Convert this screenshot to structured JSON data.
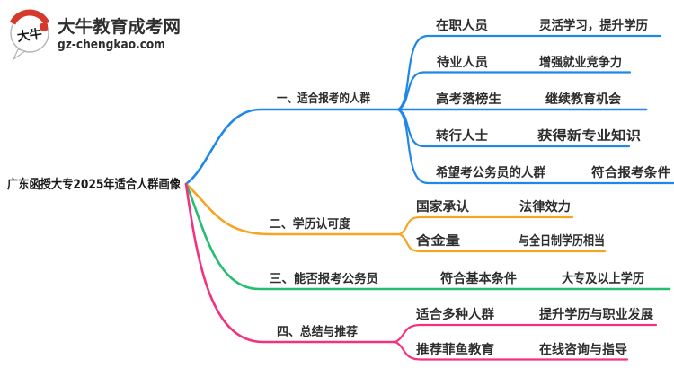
{
  "logo": {
    "title": "大牛教育成考网",
    "domain": "gz-chengkao.com",
    "icon_text": "大牛",
    "brand_color": "#3b9c3f",
    "accent_color": "#d6392b"
  },
  "root": {
    "label": "广东函授大专2025年适合人群画像"
  },
  "branches": [
    {
      "label": "一、适合报考的人群",
      "color": "#1f87e8",
      "children": [
        {
          "keyword": "在职人员",
          "description": "灵活学习，提升学历"
        },
        {
          "keyword": "待业人员",
          "description": "增强就业竞争力"
        },
        {
          "keyword": "高考落榜生",
          "description": "继续教育机会"
        },
        {
          "keyword": "转行人士",
          "description": "获得新专业知识"
        },
        {
          "keyword": "希望考公务员的人群",
          "description": "符合报考条件"
        }
      ]
    },
    {
      "label": "二、学历认可度",
      "color": "#f7a420",
      "children": [
        {
          "keyword": "国家承认",
          "description": "法律效力"
        },
        {
          "keyword": "含金量",
          "description": "与全日制学历相当"
        }
      ]
    },
    {
      "label": "三、能否报考公务员",
      "color": "#25bd70",
      "children": [
        {
          "keyword": "符合基本条件",
          "description": "大专及以上学历"
        }
      ]
    },
    {
      "label": "四、总结与推荐",
      "color": "#f5317f",
      "children": [
        {
          "keyword": "适合多种人群",
          "description": "提升学历与职业发展"
        },
        {
          "keyword": "推荐菲鱼教育",
          "description": "在线咨询与指导"
        }
      ]
    }
  ]
}
